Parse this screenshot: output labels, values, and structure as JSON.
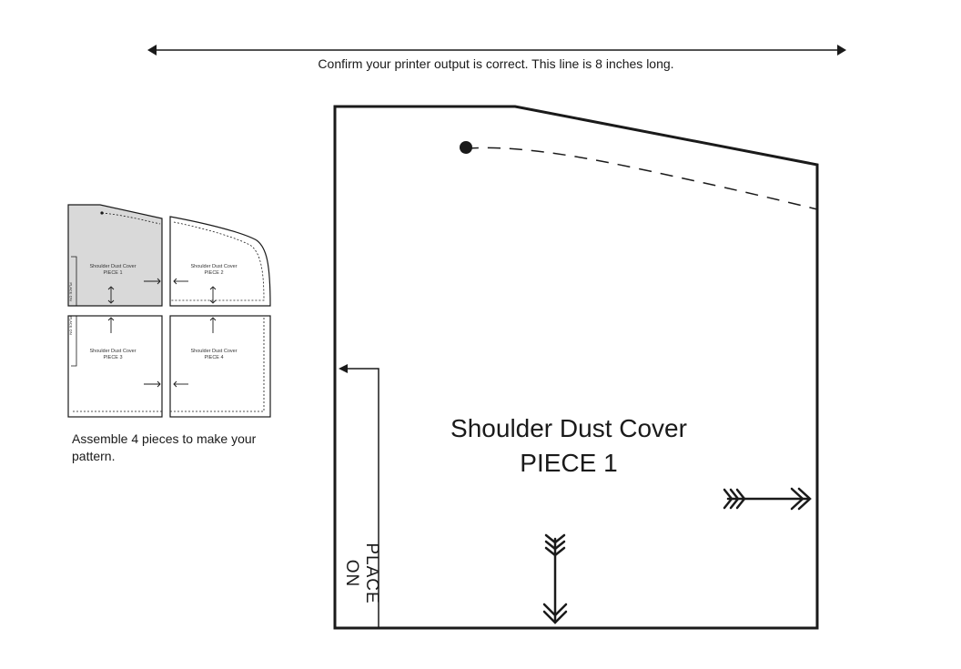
{
  "scale_check": {
    "caption": "Confirm your printer output is correct. This line is 8 inches long."
  },
  "main_piece": {
    "title_line1": "Shoulder Dust Cover",
    "title_line2": "PIECE 1",
    "fold_label": "PLACE ON"
  },
  "assembly_guide": {
    "note": "Assemble 4 pieces to make your pattern.",
    "pieces": [
      {
        "title": "Shoulder Dust Cover",
        "piece": "PIECE 1",
        "fold_label": "PLACE ON"
      },
      {
        "title": "Shoulder Dust Cover",
        "piece": "PIECE 2"
      },
      {
        "title": "Shoulder Dust Cover",
        "piece": "PIECE 3",
        "fold_label": "PLACE ON"
      },
      {
        "title": "Shoulder Dust Cover",
        "piece": "PIECE 4"
      }
    ]
  },
  "colors": {
    "ink": "#1a1a1a",
    "highlight_fill": "#d9d9d9"
  }
}
